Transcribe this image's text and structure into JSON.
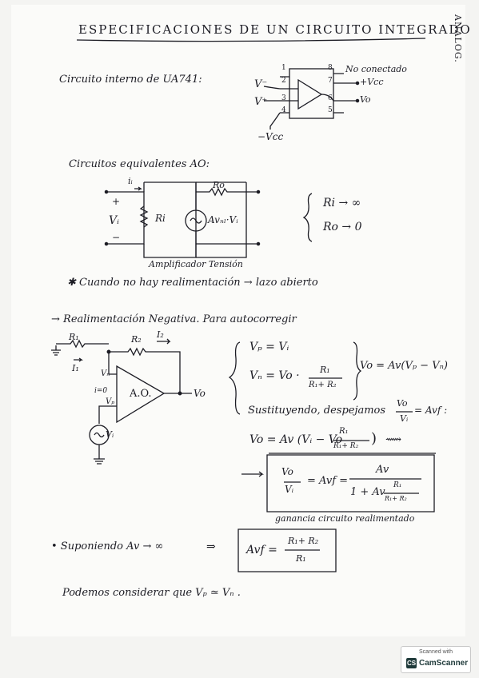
{
  "header": {
    "title": "ESPECIFICACIONES DE UN CIRCUITO INTEGRADO",
    "side_label": "ANALOG."
  },
  "section1": {
    "label": "Circuito interno de UA741:",
    "chip": {
      "pins_left": [
        "1",
        "2",
        "3",
        "4"
      ],
      "pins_right": [
        "8",
        "7",
        "6",
        "5"
      ],
      "no_conectado": "No conectado",
      "vcc_pos": "+Vcc",
      "vo": "Vo",
      "vminus": "V⁻",
      "vplus": "V⁺",
      "vcc_neg": "−Vcc"
    }
  },
  "section2": {
    "label": "Circuitos equivalentes AO:",
    "labels": {
      "ii": "iᵢ",
      "plus": "+",
      "minus": "−",
      "vi": "Vᵢ",
      "ri": "Ri",
      "ro": "Ro",
      "source": "Avₙₗ·Vᵢ",
      "caption": "Amplificador Tensión"
    },
    "ri_limit": "Ri → ∞",
    "ro_limit": "Ro → 0"
  },
  "note1": "✱  Cuando no hay realimentación → lazo abierto",
  "section3": {
    "label": "→  Realimentación Negativa. Para autocorregir",
    "circuit": {
      "r1": "R₁",
      "r2": "R₂",
      "i2": "I₂",
      "i1": "I₁",
      "vn": "Vₙ",
      "zero": "i=0",
      "vp": "Vₚ",
      "ao": "A.O.",
      "vo": "Vo",
      "vi": "Vᵢ"
    },
    "eq_vp": "Vₚ = Vᵢ",
    "eq_vn": "Vₙ = Vo ·",
    "frac_r1r2": {
      "num": "R₁",
      "den": "R₁+ R₂"
    },
    "eq_vo": "Vo = Av(Vₚ − Vₙ)",
    "sust": "Sustituyendo, despejamos",
    "frac_vovi": {
      "num": "Vo",
      "den": "Vᵢ"
    },
    "avf_def": "= Avf :",
    "eq_vo2_lhs": "Vo = Av (Vᵢ − Vo",
    "eq_vo2_rhs": ")",
    "arrow": "⟿",
    "boxed": {
      "lhs_eq": "= Avf =",
      "num": "Av",
      "den_pre": "1 + Av"
    },
    "caption": "ganancia circuito realimentado"
  },
  "section4": {
    "label": "• Suponiendo  Av → ∞",
    "implies": "⇒",
    "avf": "Avf =",
    "frac": {
      "num": "R₁+ R₂",
      "den": "R₁"
    }
  },
  "conclusion": "Podemos considerar que  Vₚ ≃ Vₙ .",
  "watermark": {
    "line1": "Scanned with",
    "brand": "CamScanner",
    "logo": "CS"
  }
}
